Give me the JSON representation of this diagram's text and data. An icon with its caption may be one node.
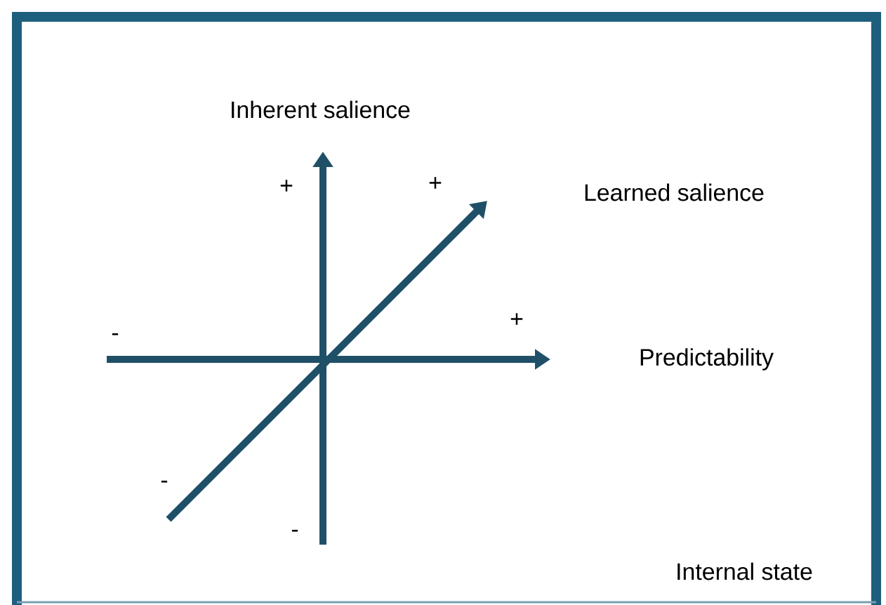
{
  "diagram": {
    "labels": [
      "Inherent salience",
      "+",
      "+",
      "Learned salience",
      "-",
      "+",
      "Predictability",
      "-",
      "-",
      "Internal state"
    ]
  }
}
